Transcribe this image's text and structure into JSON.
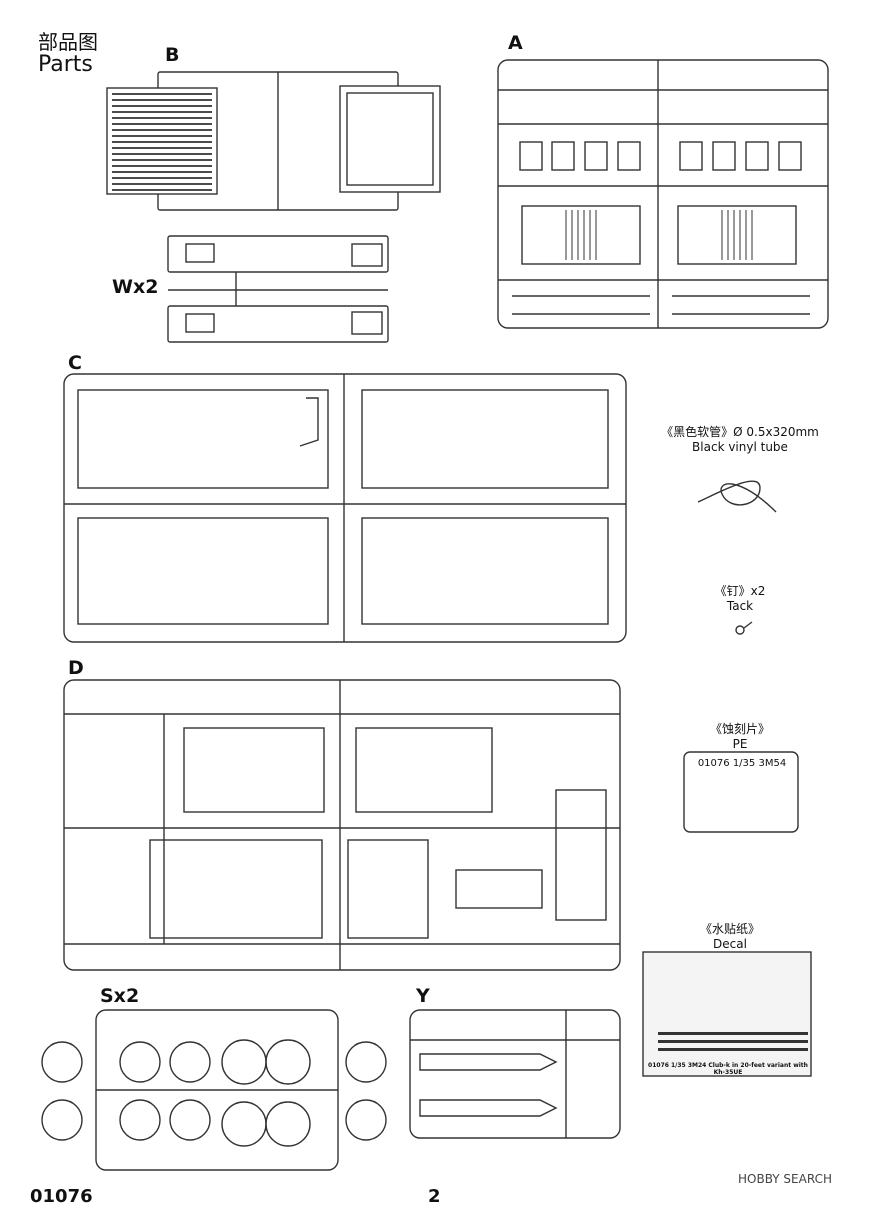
{
  "header": {
    "title_cn": "部品图",
    "title_en": "Parts"
  },
  "sprues": {
    "B": "B",
    "W": "Wx2",
    "A": "A",
    "C": "C",
    "D": "D",
    "S": "Sx2",
    "Y": "Y"
  },
  "extras": {
    "tube_cn": "《黑色软管》Ø 0.5x320mm",
    "tube_en": "Black vinyl tube",
    "tack_cn": "《钉》x2",
    "tack_en": "Tack",
    "pe_cn": "《蚀刻片》",
    "pe_en": "PE",
    "pe_code": "01076",
    "pe_scale": "1/35",
    "pe_name": "3M54",
    "decal_cn": "《水贴纸》",
    "decal_en": "Decal",
    "decal_caption": "01076 1/35 3M24 Club-k in 20-feet variant with Kh-35UE"
  },
  "footer": {
    "code": "01076",
    "page": "2",
    "watermark": "HOBBY SEARCH"
  }
}
